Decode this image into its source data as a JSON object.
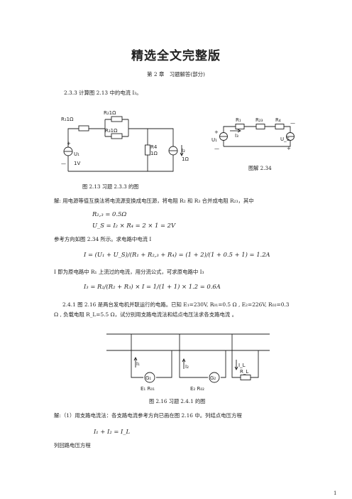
{
  "title": "精选全文完整版",
  "chapter": "第 2 章　习题解答(部分)",
  "q233": "2.3.3  计算图 2.13 中的电流  I₃。",
  "fig213": {
    "R1": "R₁1Ω",
    "R2": "R₂1Ω",
    "R3": "R₃1Ω",
    "R4a": "R4",
    "R4b": "1Ω",
    "Is_a": "I₂",
    "Is_b": "1Ω",
    "U1": "U₁",
    "U1v": "1V",
    "plus": "+",
    "minus": "—",
    "caption": "图  2.13  习题 2.3.3 的图"
  },
  "fig234": {
    "R1": "R₁",
    "R23": "R₂₃",
    "R4": "R₄",
    "I3": "I₃",
    "U1": "U₁",
    "Us": "U_S",
    "plus": "+",
    "minus": "—",
    "caption": "图解  2.34"
  },
  "sol1": "解:  用电源等值互换法将电流源变换成电压源，将电阻 R₂ 和 R₃ 合并成电阻 R₂₃，其中",
  "eq1": "R₂,₃ = 0.5Ω",
  "eq2": "U_S = I₂ × R₄ = 2 × 1 = 2V",
  "ref_text": "参考方向如图 2.34 所示。求电路中电流 I",
  "eq3": "I = (U₁ + U_S)/(R₁ + R₂,₃ + R₄) = (1 + 2)/(1 + 0.5 + 1) = 1.2A",
  "i_text": "I 即为原电路中 R₁ 上流过的电流，用分流公式，可求原电路中 I₃",
  "eq4": "I₃ = R₂/(R₂ + R₃) × I = 1/(1 + 1) × 1.2 = 0.6A",
  "q241a": "2.4.1  图 2.16 是两台发电机并联运行的电路。已知 E₁=230V, R₀₁=0.5 Ω , E₂=226V,     R₀₂=0.3",
  "q241b": "Ω , 负载电阻 R_L=5.5 Ω，试分别用支路电流法和结点电压法求各支路电流 。",
  "fig216": {
    "I1": "I₁",
    "I2": "I₂",
    "IL": "I_L",
    "RL": "R_L",
    "G1": "G₁",
    "G2": "G₂",
    "E1R01": "E₁   R₀₁",
    "E2R02": "E₂    R₀₂",
    "caption": "图 2.16  习题 2.4.1 的图"
  },
  "sol2": "解:（1）用支路电流法：各支路电流参考方向已画在图 2.16 中。列结点电压方程",
  "eq5": "I₁ + I₂ = I_L",
  "loop_text": "列回路电压方程",
  "page_num": "1"
}
